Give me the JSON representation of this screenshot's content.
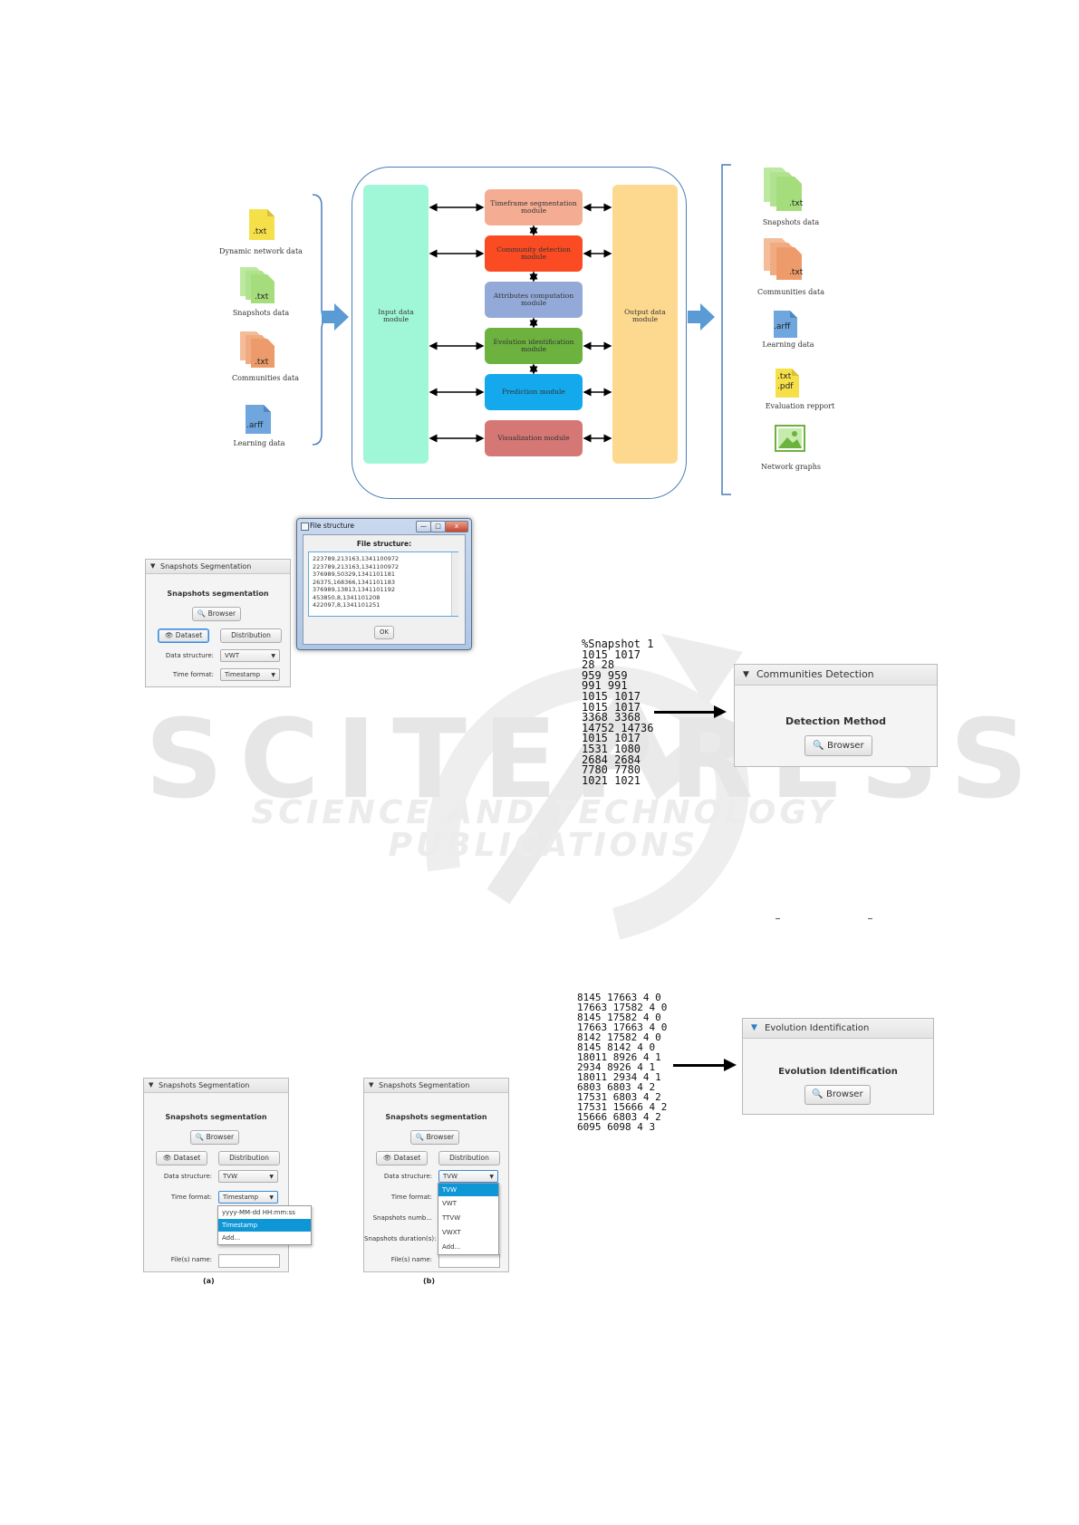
{
  "watermark": {
    "brand": "SCITEPRESS",
    "tagline": "SCIENCE AND TECHNOLOGY PUBLICATIONS"
  },
  "architecture": {
    "inputs": [
      {
        "ext": ".txt",
        "label": "Dynamic network data",
        "color": "#f6e04a"
      },
      {
        "ext": ".txt",
        "label": "Snapshots data",
        "color": "#a6dd7c"
      },
      {
        "ext": ".txt",
        "label": "Communities data",
        "color": "#ee9b6b"
      },
      {
        "ext": ".arff",
        "label": "Learning data",
        "color": "#6ea6dd"
      }
    ],
    "input_module": "Input data module",
    "modules": [
      {
        "label": "Timeframe segmentation module",
        "color": "#f4ad92"
      },
      {
        "label": "Community detection module",
        "color": "#fb4b22"
      },
      {
        "label": "Attributes computation module",
        "color": "#93aad8"
      },
      {
        "label": "Evolution identification module",
        "color": "#6db23e"
      },
      {
        "label": "Prediction module",
        "color": "#13a9ec"
      },
      {
        "label": "Visualization module",
        "color": "#d57775"
      }
    ],
    "output_module": "Output data module",
    "outputs": [
      {
        "ext": ".txt",
        "label": "Snapshots data",
        "color": "#a6dd7c"
      },
      {
        "ext": ".txt",
        "label": "Communities data",
        "color": "#ee9b6b"
      },
      {
        "ext": ".arff",
        "label": "Learning data",
        "color": "#6ea6dd"
      },
      {
        "ext": ".txt\n.pdf",
        "label": "Evaluation repport",
        "color": "#f6e04a"
      },
      {
        "ext": "",
        "label": "Network graphs",
        "color": "#a6dd7c"
      }
    ]
  },
  "seg_panel": {
    "header": "Snapshots Segmentation",
    "title": "Snapshots segmentation",
    "browse_label": "Browser",
    "dataset_label": "Dataset",
    "distribution_label": "Distribution",
    "data_structure_label": "Data structure:",
    "data_structure_value": "VWT",
    "time_format_label": "Time format:",
    "time_format_value": "Timestamp"
  },
  "file_dialog": {
    "title": "File structure",
    "heading": "File structure:",
    "lines": [
      "223789,213163,1341100972",
      "223789,213163,1341100972",
      "376989,50329,1341101181",
      "26375,168366,1341101183",
      "376989,13813,1341101192",
      "453850,8,1341101208",
      "422097,8,1341101251"
    ],
    "ok_label": "OK",
    "minimize": "—",
    "maximize": "□",
    "close": "x"
  },
  "snapshot_block": {
    "lines": [
      "%Snapshot 1",
      "1015 1017",
      "28 28",
      "959 959",
      "991 991",
      "1015 1017",
      "1015 1017",
      "3368 3368",
      "14752 14736",
      "1015 1017",
      "1531 1080",
      "2684 2684",
      "7780 7780",
      "1021 1021"
    ]
  },
  "communities_panel": {
    "header": "Communities Detection",
    "title": "Detection Method",
    "browse_label": "Browser"
  },
  "evolution_block": {
    "lines": [
      "8145 17663 4 0",
      "17663 17582 4 0",
      "8145 17582 4 0",
      "17663 17663 4 0",
      "8142 17582 4 0",
      "8145 8142 4 0",
      "18011 8926 4 1",
      "2934 8926 4 1",
      "18011 2934 4 1",
      "6803 6803 4 2",
      "17531 6803 4 2",
      "17531 15666 4 2",
      "15666 6803 4 2",
      "6095 6098 4 3"
    ]
  },
  "evolution_panel": {
    "header": "Evolution Identification",
    "title": "Evolution Identification",
    "browse_label": "Browser"
  },
  "panel_a": {
    "header": "Snapshots Segmentation",
    "title": "Snapshots segmentation",
    "browse_label": "Browser",
    "dataset_label": "Dataset",
    "distribution_label": "Distribution",
    "data_structure_label": "Data structure:",
    "data_structure_value": "TVW",
    "time_format_label": "Time format:",
    "time_format_value": "Timestamp",
    "files_label": "File(s) name:",
    "options": [
      "yyyy-MM-dd HH:mm:ss",
      "Timestamp",
      "Add..."
    ],
    "caption": "(a)"
  },
  "panel_b": {
    "header": "Snapshots Segmentation",
    "title": "Snapshots segmentation",
    "browse_label": "Browser",
    "dataset_label": "Dataset",
    "distribution_label": "Distribution",
    "data_structure_label": "Data structure:",
    "data_structure_value": "TVW",
    "time_format_label": "Time format:",
    "snap_number_label": "Snapshots numb...",
    "snap_duration_label": "Snapshots duration(s):",
    "files_label": "File(s) name:",
    "options": [
      "TVW",
      "VWT",
      "TTVW",
      "VWXT",
      "Add..."
    ],
    "caption": "(b)"
  }
}
